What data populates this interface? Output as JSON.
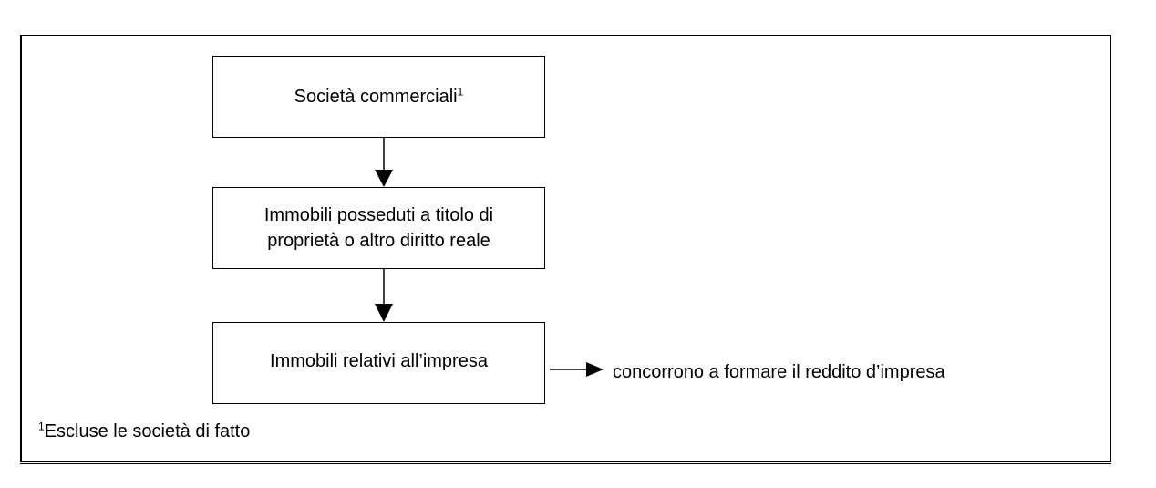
{
  "diagram": {
    "nodes": [
      {
        "id": "n1",
        "text": "Società commerciali",
        "superscript": "1"
      },
      {
        "id": "n2",
        "text": "Immobili posseduti a titolo di\nproprietà o altro diritto reale"
      },
      {
        "id": "n3",
        "text": "Immobili relativi all’impresa"
      }
    ],
    "result": {
      "text": "concorrono a formare il reddito d’impresa"
    },
    "footnote": {
      "marker": "1",
      "text": "Escluse le società di fatto"
    }
  }
}
